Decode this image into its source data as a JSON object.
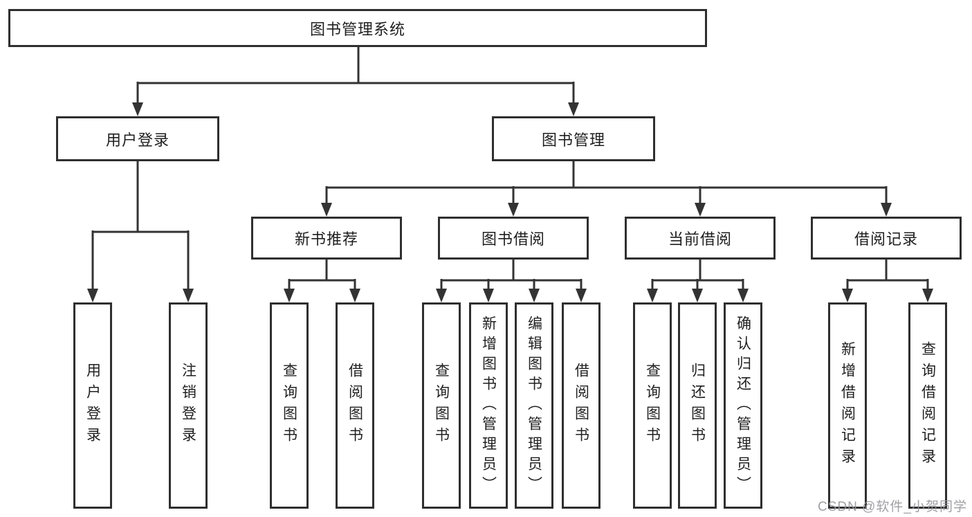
{
  "diagram_type": "hierarchy-tree",
  "colors": {
    "background": "#ffffff",
    "line": "#333333",
    "box_border": "#2f2f2f",
    "text": "#1f1f1f",
    "watermark": "#9a9aa0"
  },
  "tree": {
    "root": {
      "label": "图书管理系统",
      "children": [
        {
          "label": "用户登录",
          "children": [
            {
              "label": "用户登录"
            },
            {
              "label": "注销登录"
            }
          ]
        },
        {
          "label": "图书管理",
          "children": [
            {
              "label": "新书推荐",
              "children": [
                {
                  "label": "查询图书"
                },
                {
                  "label": "借阅图书"
                }
              ]
            },
            {
              "label": "图书借阅",
              "children": [
                {
                  "label": "查询图书"
                },
                {
                  "label": "新增图书（管理员）"
                },
                {
                  "label": "编辑图书（管理员）"
                },
                {
                  "label": "借阅图书"
                }
              ]
            },
            {
              "label": "当前借阅",
              "children": [
                {
                  "label": "查询图书"
                },
                {
                  "label": "归还图书"
                },
                {
                  "label": "确认归还（管理员）"
                }
              ]
            },
            {
              "label": "借阅记录",
              "children": [
                {
                  "label": "新增借阅记录"
                },
                {
                  "label": "查询借阅记录"
                }
              ]
            }
          ]
        }
      ]
    }
  },
  "watermark": {
    "text": "CSDN @软件_小贺同学"
  }
}
